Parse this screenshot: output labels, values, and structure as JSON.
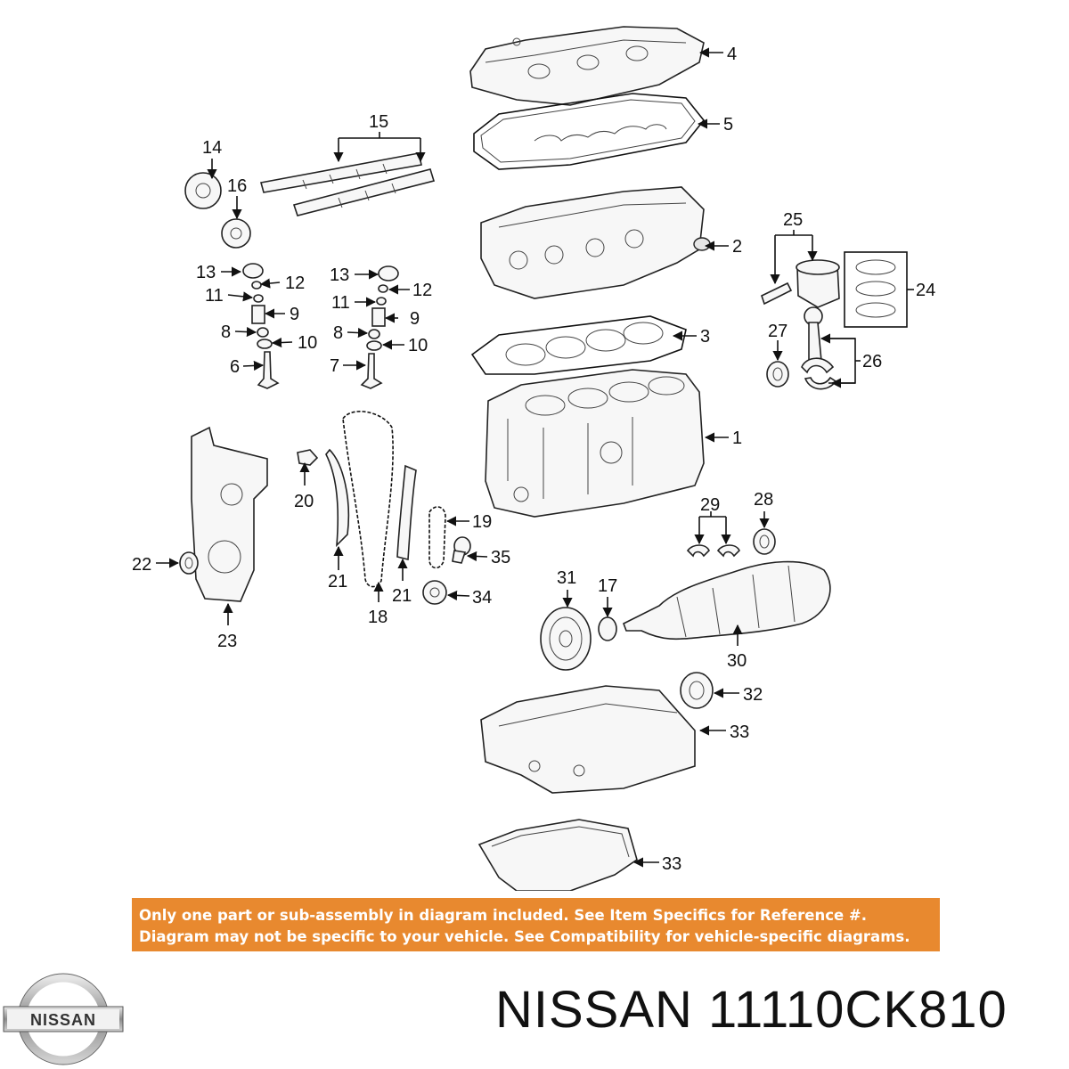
{
  "callouts": [
    {
      "id": "c1",
      "text": "1"
    },
    {
      "id": "c2",
      "text": "2"
    },
    {
      "id": "c3",
      "text": "3"
    },
    {
      "id": "c4",
      "text": "4"
    },
    {
      "id": "c5",
      "text": "5"
    },
    {
      "id": "c6",
      "text": "6"
    },
    {
      "id": "c7",
      "text": "7"
    },
    {
      "id": "c8a",
      "text": "8"
    },
    {
      "id": "c8b",
      "text": "8"
    },
    {
      "id": "c9a",
      "text": "9"
    },
    {
      "id": "c9b",
      "text": "9"
    },
    {
      "id": "c10a",
      "text": "10"
    },
    {
      "id": "c10b",
      "text": "10"
    },
    {
      "id": "c11a",
      "text": "11"
    },
    {
      "id": "c11b",
      "text": "11"
    },
    {
      "id": "c12a",
      "text": "12"
    },
    {
      "id": "c12b",
      "text": "12"
    },
    {
      "id": "c13a",
      "text": "13"
    },
    {
      "id": "c13b",
      "text": "13"
    },
    {
      "id": "c14",
      "text": "14"
    },
    {
      "id": "c15",
      "text": "15"
    },
    {
      "id": "c16",
      "text": "16"
    },
    {
      "id": "c17",
      "text": "17"
    },
    {
      "id": "c18",
      "text": "18"
    },
    {
      "id": "c19",
      "text": "19"
    },
    {
      "id": "c20",
      "text": "20"
    },
    {
      "id": "c21a",
      "text": "21"
    },
    {
      "id": "c21b",
      "text": "21"
    },
    {
      "id": "c22",
      "text": "22"
    },
    {
      "id": "c23",
      "text": "23"
    },
    {
      "id": "c24",
      "text": "24"
    },
    {
      "id": "c25",
      "text": "25"
    },
    {
      "id": "c26",
      "text": "26"
    },
    {
      "id": "c27",
      "text": "27"
    },
    {
      "id": "c28",
      "text": "28"
    },
    {
      "id": "c29",
      "text": "29"
    },
    {
      "id": "c30",
      "text": "30"
    },
    {
      "id": "c31",
      "text": "31"
    },
    {
      "id": "c32",
      "text": "32"
    },
    {
      "id": "c33a",
      "text": "33"
    },
    {
      "id": "c33b",
      "text": "33"
    },
    {
      "id": "c34",
      "text": "34"
    },
    {
      "id": "c35",
      "text": "35"
    }
  ],
  "notice": {
    "line1": "Only one part or sub-assembly in diagram included. See Item Specifics for Reference #.",
    "line2": "Diagram may not be specific to your vehicle. See Compatibility for vehicle-specific diagrams.",
    "background": "#e8892f"
  },
  "logo": {
    "text": "NISSAN"
  },
  "caption": {
    "text": "NISSAN 11110CK810"
  }
}
